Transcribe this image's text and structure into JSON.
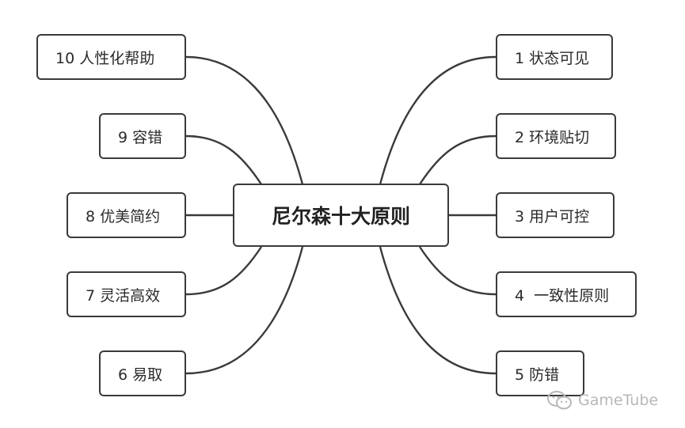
{
  "diagram": {
    "center": "尼尔森十大原则",
    "right_nodes": [
      "1 状态可见",
      "2 环境贴切",
      "3 用户可控",
      "4  一致性原则",
      "5 防错"
    ],
    "left_nodes": [
      "10 人性化帮助",
      "9 容错",
      "8 优美简约",
      "7 灵活高效",
      "6 易取"
    ]
  },
  "watermark": {
    "text": "GameTube",
    "icon": "wechat-icon",
    "color": "#b8b8b8"
  },
  "colors": {
    "line": "#3a3a3a",
    "border": "#3a3a3a",
    "text": "#2b2b2b",
    "background": "#ffffff"
  }
}
